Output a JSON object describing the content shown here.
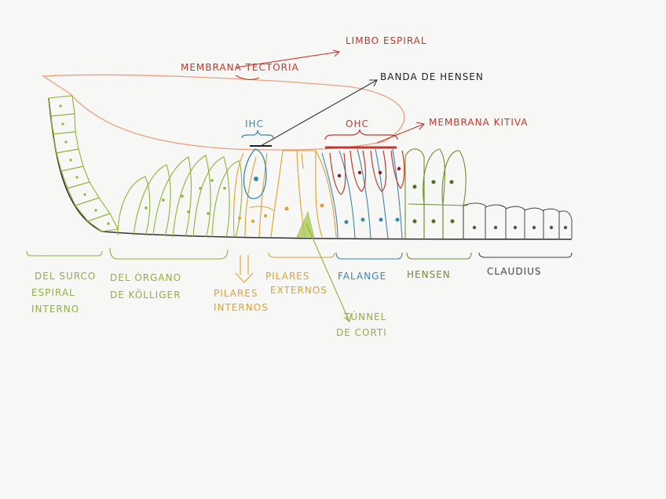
{
  "labels": {
    "limbo": "LIMBO ESPIRAL",
    "tectoria": "MEMBRANA TECTORIA",
    "hensen_band": "BANDA DE HENSEN",
    "ihc": "IHC",
    "ohc": "OHC",
    "kitiva": "MEMBRANA KITIVA",
    "surco1": "DEL SURCO",
    "surco2": "ESPIRAL",
    "surco3": "INTERNO",
    "organo1": "DEL ÓRGANO",
    "organo2": "DE KÖLLIGER",
    "pil_int1": "PILARES",
    "pil_int2": "INTERNOS",
    "pil_ext1": "PILARES",
    "pil_ext2": "EXTERNOS",
    "falange": "FALANGE",
    "hensen": "HENSEN",
    "claudius": "CLAUDIUS",
    "tunel1": "TÚNNEL",
    "tunel2": "DE CORTI"
  },
  "colors": {
    "green": "#8fb23a",
    "orange": "#e3a030",
    "red": "#c0392b",
    "blue": "#3a86b0",
    "gray": "#555555",
    "tectorial": "#e8a080"
  }
}
